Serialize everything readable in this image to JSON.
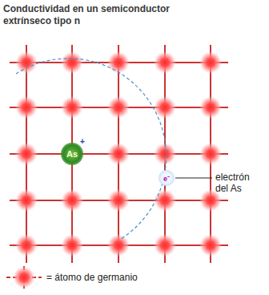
{
  "diagram": {
    "title": "Conductividad en un semiconductor extrínseco tipo n",
    "nodes": [
      {
        "text": [
          "As"
        ]
      },
      {
        "text": [
          "e⁻"
        ]
      }
    ],
    "labels": [
      "+",
      "electrón del As"
    ],
    "legend": [
      {
        "text": "= átomo de germanio"
      }
    ]
  }
}
